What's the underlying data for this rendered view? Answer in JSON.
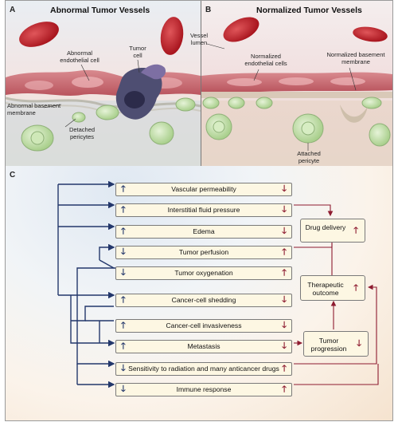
{
  "panel_a": {
    "letter": "A",
    "title": "Abnormal Tumor Vessels",
    "labels": {
      "abnormal_endothelial": "Abnormal endothelial cell",
      "tumor_cell": "Tumor cell",
      "abnormal_basement": "Abnormal basement membrane",
      "detached_pericytes": "Detached pericytes"
    }
  },
  "panel_b": {
    "letter": "B",
    "title": "Normalized Tumor Vessels",
    "labels": {
      "vessel_lumen": "Vessel lumen",
      "normalized_endothelial": "Normalized endothelial cells",
      "normalized_basement": "Normalized basement membrane",
      "attached_pericyte": "Attached pericyte"
    }
  },
  "panel_c": {
    "letter": "C",
    "up_arrow": "🡑",
    "down_arrow": "🡓",
    "rows": [
      {
        "label": "Vascular permeability",
        "left": "up",
        "right": "down"
      },
      {
        "label": "Interstitial fluid pressure",
        "left": "up",
        "right": "down"
      },
      {
        "label": "Edema",
        "left": "up",
        "right": "down"
      },
      {
        "label": "Tumor perfusion",
        "left": "down",
        "right": "up"
      },
      {
        "label": "Tumor oxygenation",
        "left": "down",
        "right": "up"
      },
      {
        "label": "Cancer-cell shedding",
        "left": "up",
        "right": "down"
      },
      {
        "label": "Cancer-cell invasiveness",
        "left": "up",
        "right": "down"
      },
      {
        "label": "Metastasis",
        "left": "up",
        "right": "down"
      },
      {
        "label": "Sensitivity to radiation and many anticancer drugs",
        "left": "down",
        "right": "up"
      },
      {
        "label": "Immune response",
        "left": "down",
        "right": "up"
      }
    ],
    "outcomes": [
      {
        "label": "Drug delivery",
        "arrow": "up"
      },
      {
        "label": "Therapeutic outcome",
        "arrow": "up"
      },
      {
        "label": "Tumor progression",
        "arrow": "down"
      }
    ]
  },
  "colors": {
    "navy": "#23376b",
    "crimson": "#8e1b30",
    "box_fill": "#fdf7e3",
    "rbc": "#c0262e",
    "pericyte": "#cfe8b8"
  }
}
